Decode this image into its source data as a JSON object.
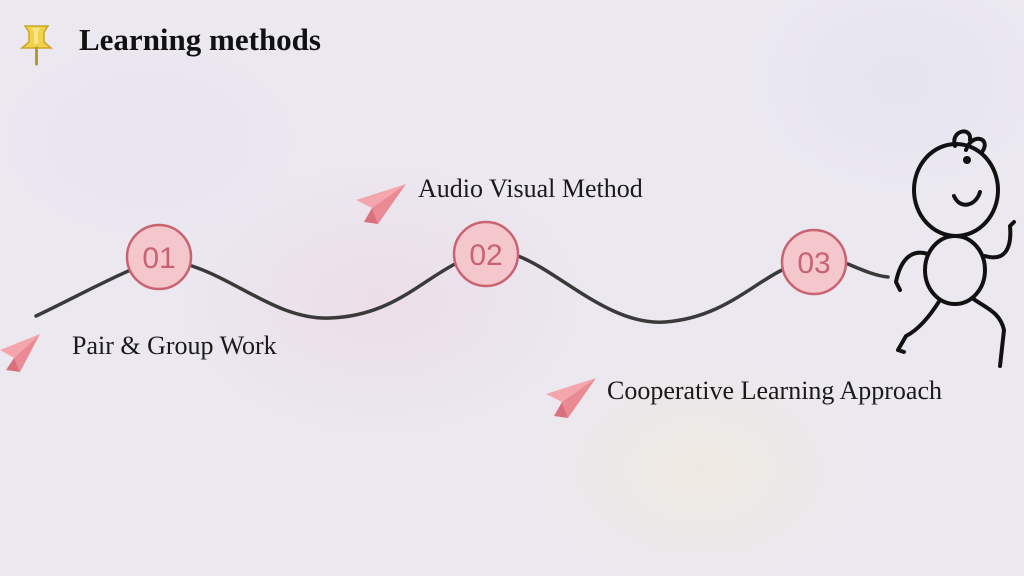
{
  "slide": {
    "title": "Learning methods"
  },
  "steps": [
    {
      "number": "01",
      "label": "Pair & Group Work"
    },
    {
      "number": "02",
      "label": "Audio Visual Method"
    },
    {
      "number": "03",
      "label": "Cooperative Learning Approach"
    }
  ],
  "colors": {
    "circle_fill": "#f4c7cc",
    "circle_stroke": "#c96372",
    "path": "#3a3a3a",
    "plane_light": "#f5a6ad",
    "plane_dark": "#d9707c",
    "pin": "#f2d24a"
  },
  "icons": {
    "title_icon": "pushpin-icon",
    "step_icon": "paper-plane-icon",
    "figure": "running-stick-figure-icon"
  }
}
